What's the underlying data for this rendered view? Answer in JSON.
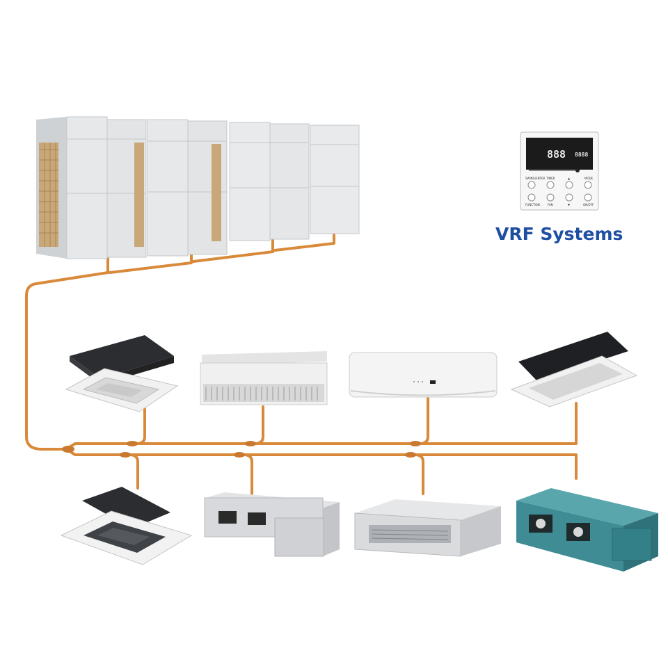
{
  "title": "VRF Systems",
  "colors": {
    "pipe": "#d9893a",
    "title": "#1e4fa3",
    "outdoor_body": "#e4e6e8",
    "outdoor_grille": "#c8a878",
    "teal_unit": "#3f8c94"
  },
  "controller": {
    "display_digits": "888",
    "display_digits_small": "8888",
    "buttons": [
      {
        "label": "SWING/ENTER"
      },
      {
        "label": "TIMER"
      },
      {
        "label": "▲"
      },
      {
        "label": "MODE"
      },
      {
        "label": "FUNCTION"
      },
      {
        "label": "FAN"
      },
      {
        "label": "▼"
      },
      {
        "label": "ON/OFF"
      }
    ]
  }
}
